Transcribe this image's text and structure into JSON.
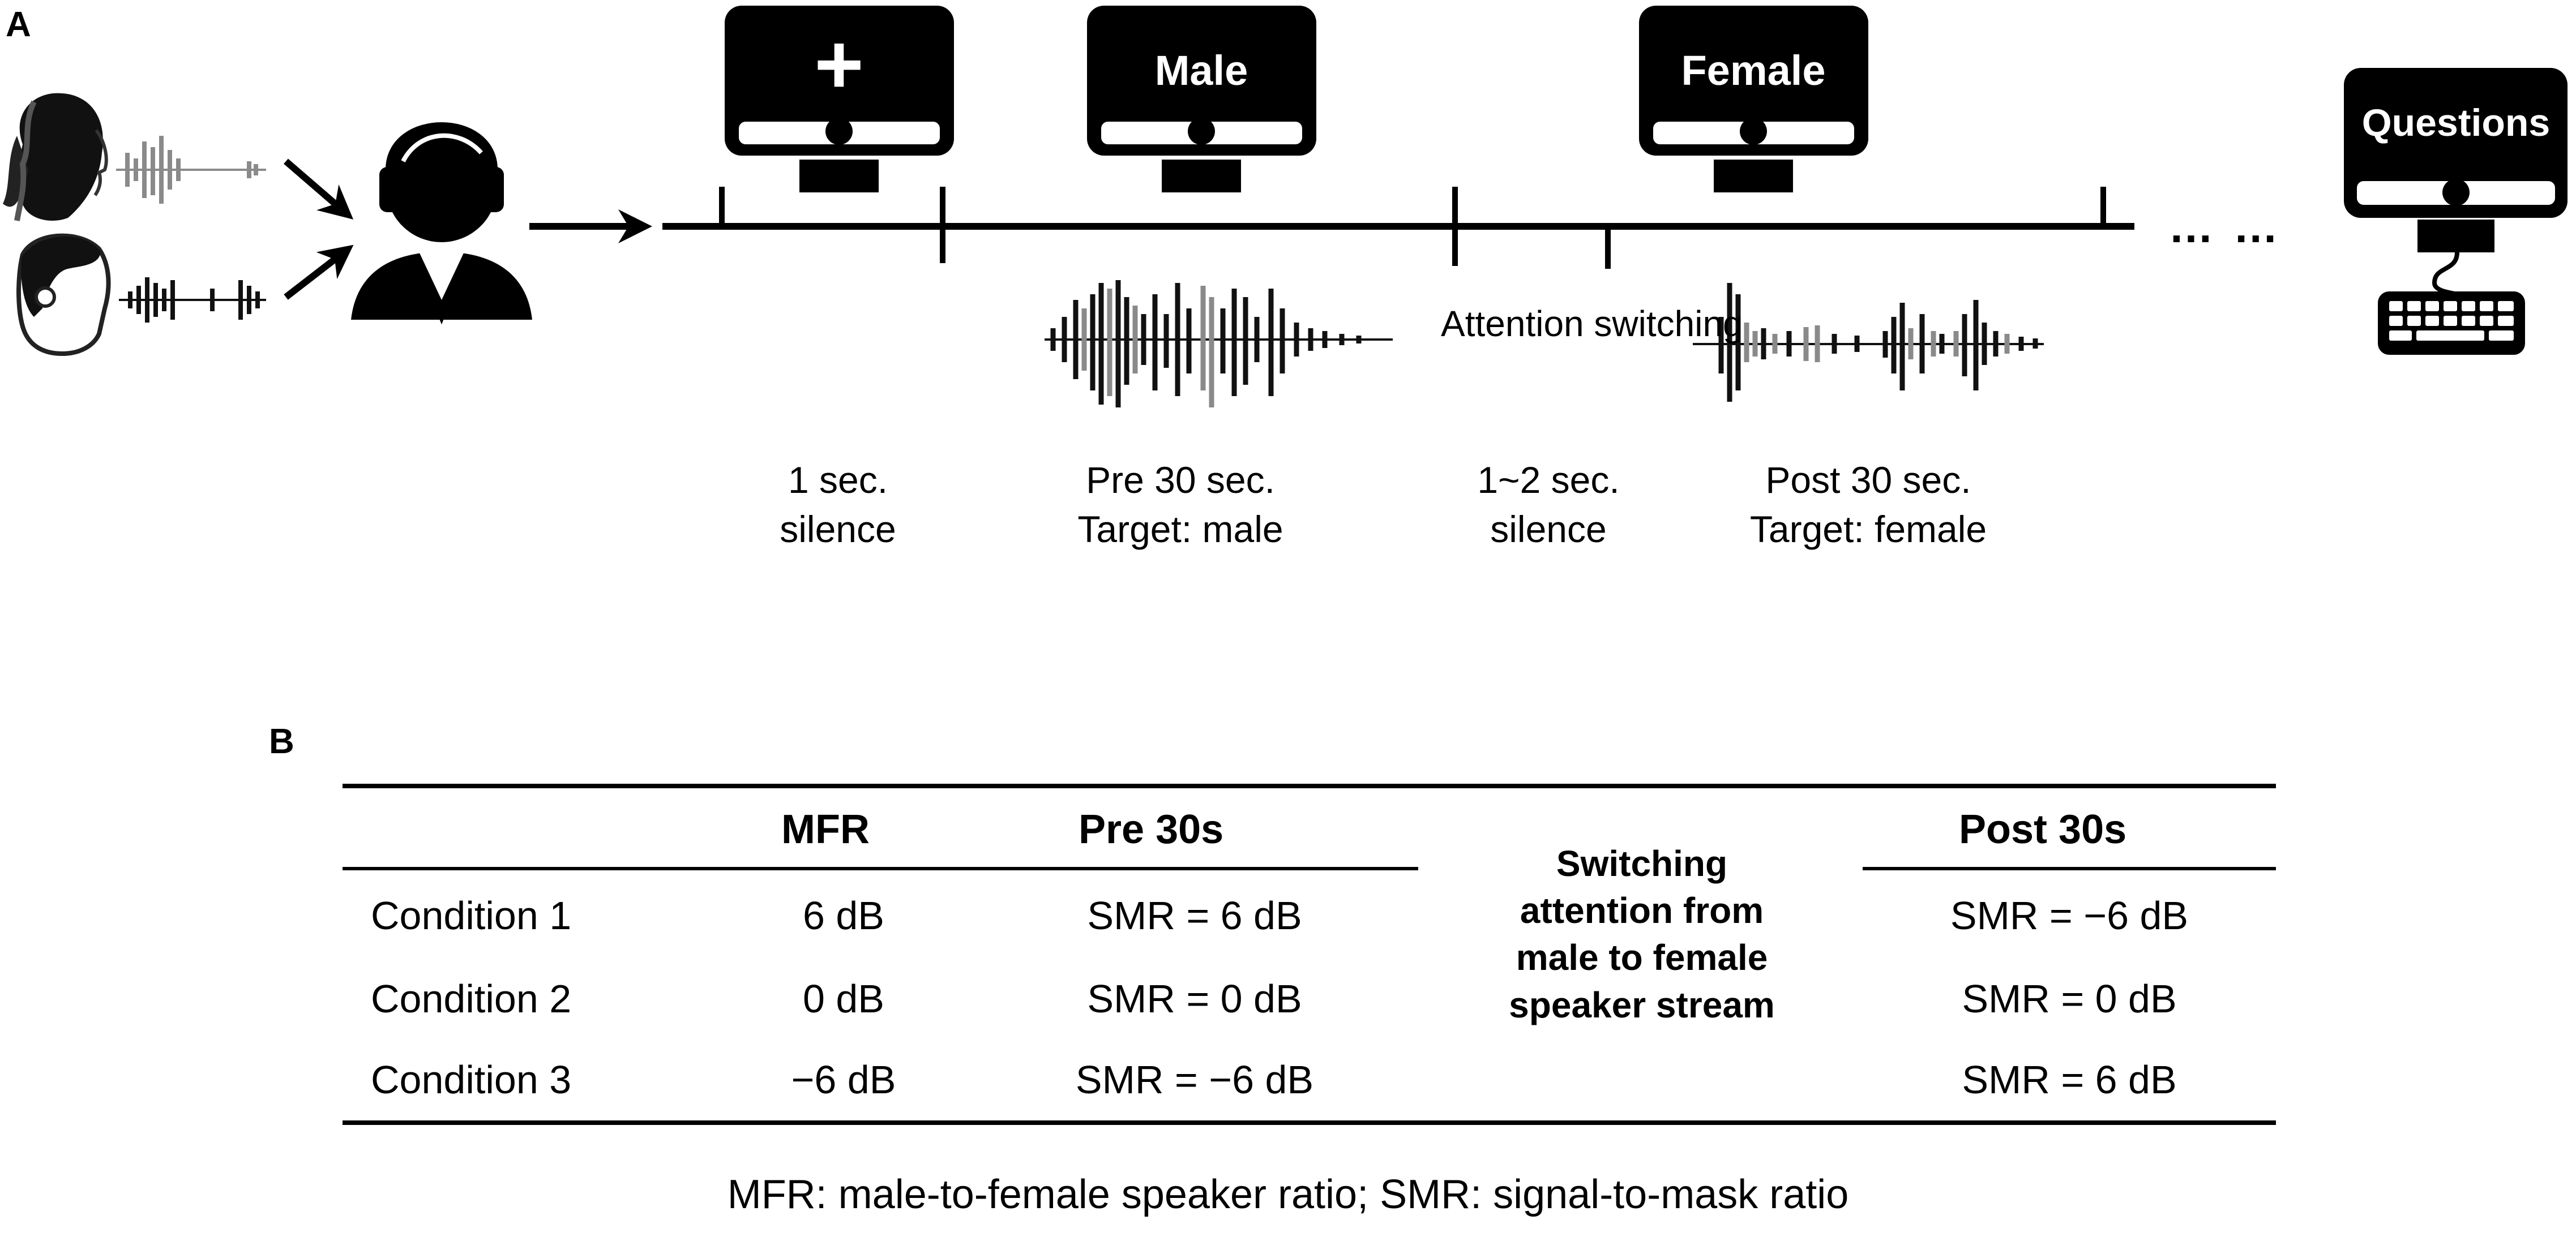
{
  "panel_a": {
    "label": "A",
    "screens": [
      {
        "label": "+"
      },
      {
        "label": "Male"
      },
      {
        "label": "Female"
      },
      {
        "label": "Questions"
      }
    ],
    "continuation": "… …",
    "attention_note": "Attention switching",
    "phases": [
      {
        "line1": "1 sec.",
        "line2": "silence"
      },
      {
        "line1": "Pre 30 sec.",
        "line2": "Target: male"
      },
      {
        "line1": "1~2 sec.",
        "line2": "silence"
      },
      {
        "line1": "Post 30 sec.",
        "line2": "Target: female"
      }
    ]
  },
  "panel_b": {
    "label": "B",
    "headers": {
      "mfr": "MFR",
      "pre": "Pre 30s",
      "post": "Post 30s"
    },
    "switch_note": [
      "Switching",
      "attention from",
      "male to female",
      "speaker stream"
    ],
    "rows": [
      {
        "condition": "Condition 1",
        "mfr": "6 dB",
        "pre": "SMR = 6 dB",
        "post": "SMR = −6 dB"
      },
      {
        "condition": "Condition 2",
        "mfr": "0 dB",
        "pre": "SMR = 0 dB",
        "post": "SMR = 0 dB"
      },
      {
        "condition": "Condition 3",
        "mfr": "−6 dB",
        "pre": "SMR = −6 dB",
        "post": "SMR = 6 dB"
      }
    ],
    "footnote": "MFR: male-to-female speaker ratio; SMR: signal-to-mask ratio"
  },
  "colors": {
    "ink": "#000000",
    "waveform_gray": "#8a8a8a",
    "background": "#ffffff"
  },
  "icons": [
    "female-speaker-icon",
    "male-speaker-icon",
    "listener-headphones-icon",
    "monitor-icon",
    "keyboard-icon",
    "arrow-icon"
  ]
}
